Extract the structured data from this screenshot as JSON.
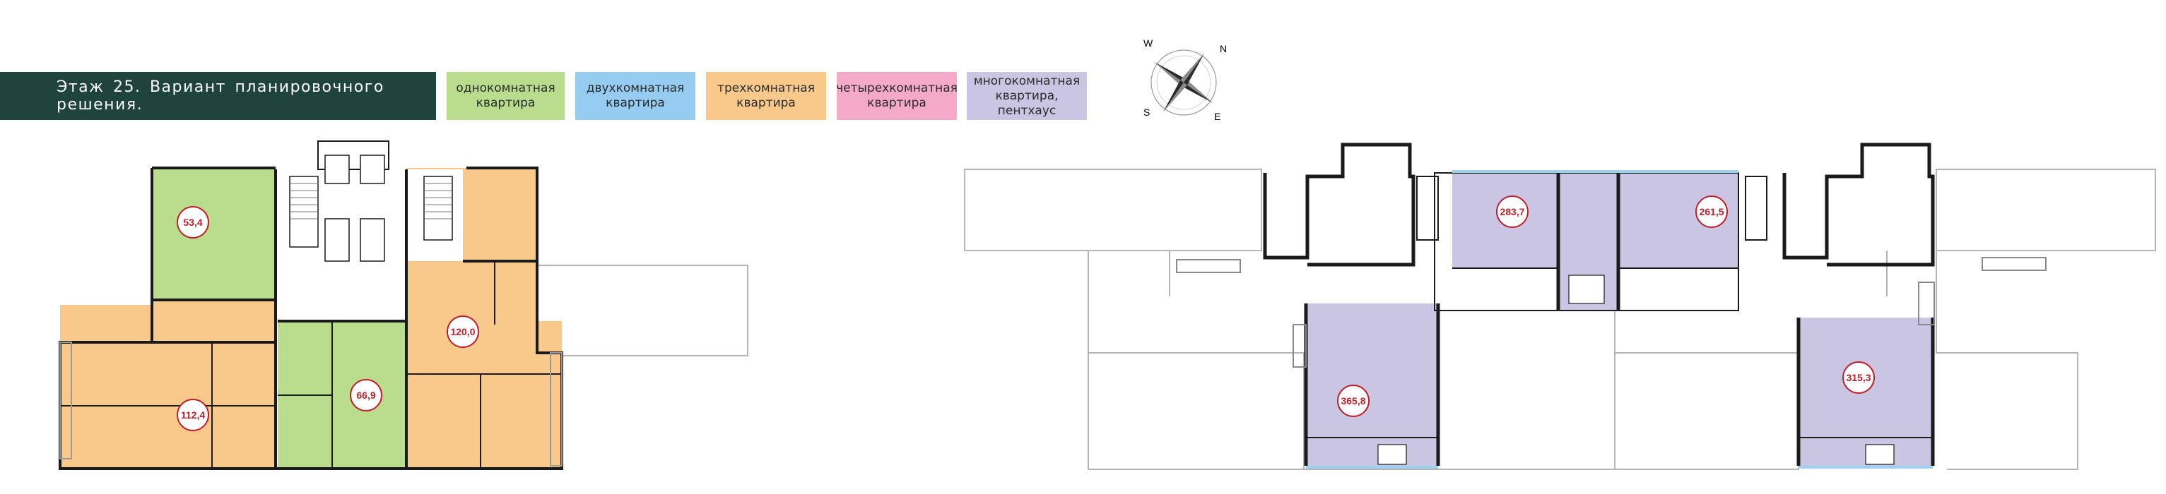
{
  "title": "Этаж 25. Вариант планировочного решения.",
  "legend": [
    {
      "lines": [
        "однокомнатная",
        "квартира"
      ],
      "color": "#b9dd8c"
    },
    {
      "lines": [
        "двухкомнатная",
        "квартира"
      ],
      "color": "#95ccef"
    },
    {
      "lines": [
        "трехкомнатная",
        "квартира"
      ],
      "color": "#f8c98b"
    },
    {
      "lines": [
        "четырехкомнатная",
        "квартира"
      ],
      "color": "#f4a9c9"
    },
    {
      "lines": [
        "многокомнатная",
        "квартира,",
        "пентхаус"
      ],
      "color": "#c9c5e3"
    }
  ],
  "compass": {
    "labels": [
      "N",
      "W",
      "S",
      "E"
    ]
  },
  "apartments_left": [
    {
      "area": "53,4",
      "type": "однокомнатная"
    },
    {
      "area": "120,0",
      "type": "трехкомнатная"
    },
    {
      "area": "112,4",
      "type": "трехкомнатная"
    },
    {
      "area": "66,9",
      "type": "однокомнатная"
    }
  ],
  "apartments_right": [
    {
      "area": "283,7",
      "type": "многокомнатная"
    },
    {
      "area": "261,5",
      "type": "многокомнатная"
    },
    {
      "area": "365,8",
      "type": "многокомнатная"
    },
    {
      "area": "315,3",
      "type": "многокомнатная"
    }
  ],
  "colors": {
    "one_room": "#b9dd8c",
    "three_room": "#f8c98b",
    "penthouse": "#c9c5e3",
    "wall": "#1a1a1a",
    "outline": "#b0b0b0",
    "title_bg": "#1f443d"
  }
}
